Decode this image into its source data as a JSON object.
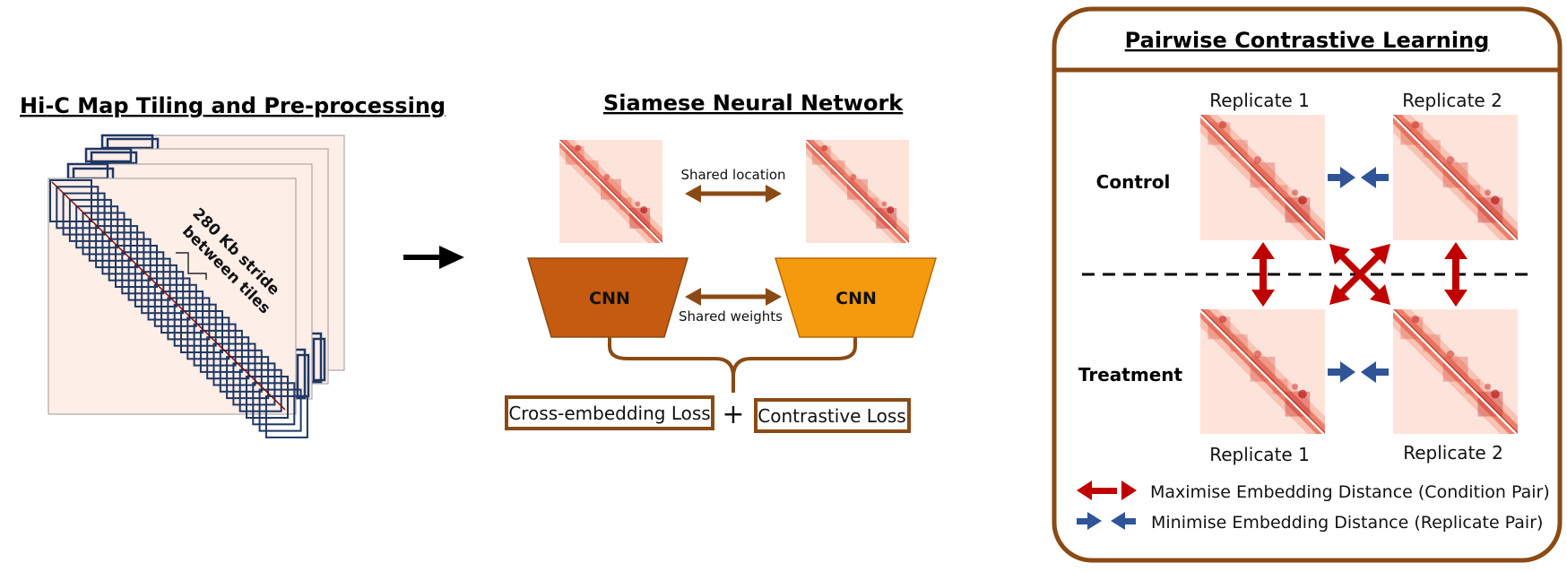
{
  "panels": {
    "tiling": {
      "title": "Hi-C Map Tiling and Pre-processing",
      "stride_line1": "280 Kb stride",
      "stride_line2": "between tiles"
    },
    "siamese": {
      "title": "Siamese Neural Network",
      "shared_location": "Shared location",
      "shared_weights": "Shared weights",
      "cnn_left": "CNN",
      "cnn_right": "CNN",
      "loss_cross": "Cross-embedding Loss",
      "plus": "+",
      "loss_contrastive": "Contrastive Loss"
    },
    "contrastive": {
      "title": "Pairwise Contrastive Learning",
      "rep1_top": "Replicate 1",
      "rep2_top": "Replicate 2",
      "rep1_bottom": "Replicate 1",
      "rep2_bottom": "Replicate 2",
      "control": "Control",
      "treatment": "Treatment",
      "legend_max": "Maximise Embedding Distance (Condition Pair)",
      "legend_min": "Minimise Embedding Distance (Replicate Pair)"
    }
  },
  "colors": {
    "brown": "#8a4a14",
    "cnn_left": "#c55a11",
    "cnn_right": "#f59a0c",
    "tile_navy": "#1f3864",
    "red_arrow": "#c00000",
    "blue_arrow": "#2f5597",
    "heat_bg": "#fdebe4"
  },
  "icons": {
    "process_arrow": "right-arrow-icon"
  }
}
